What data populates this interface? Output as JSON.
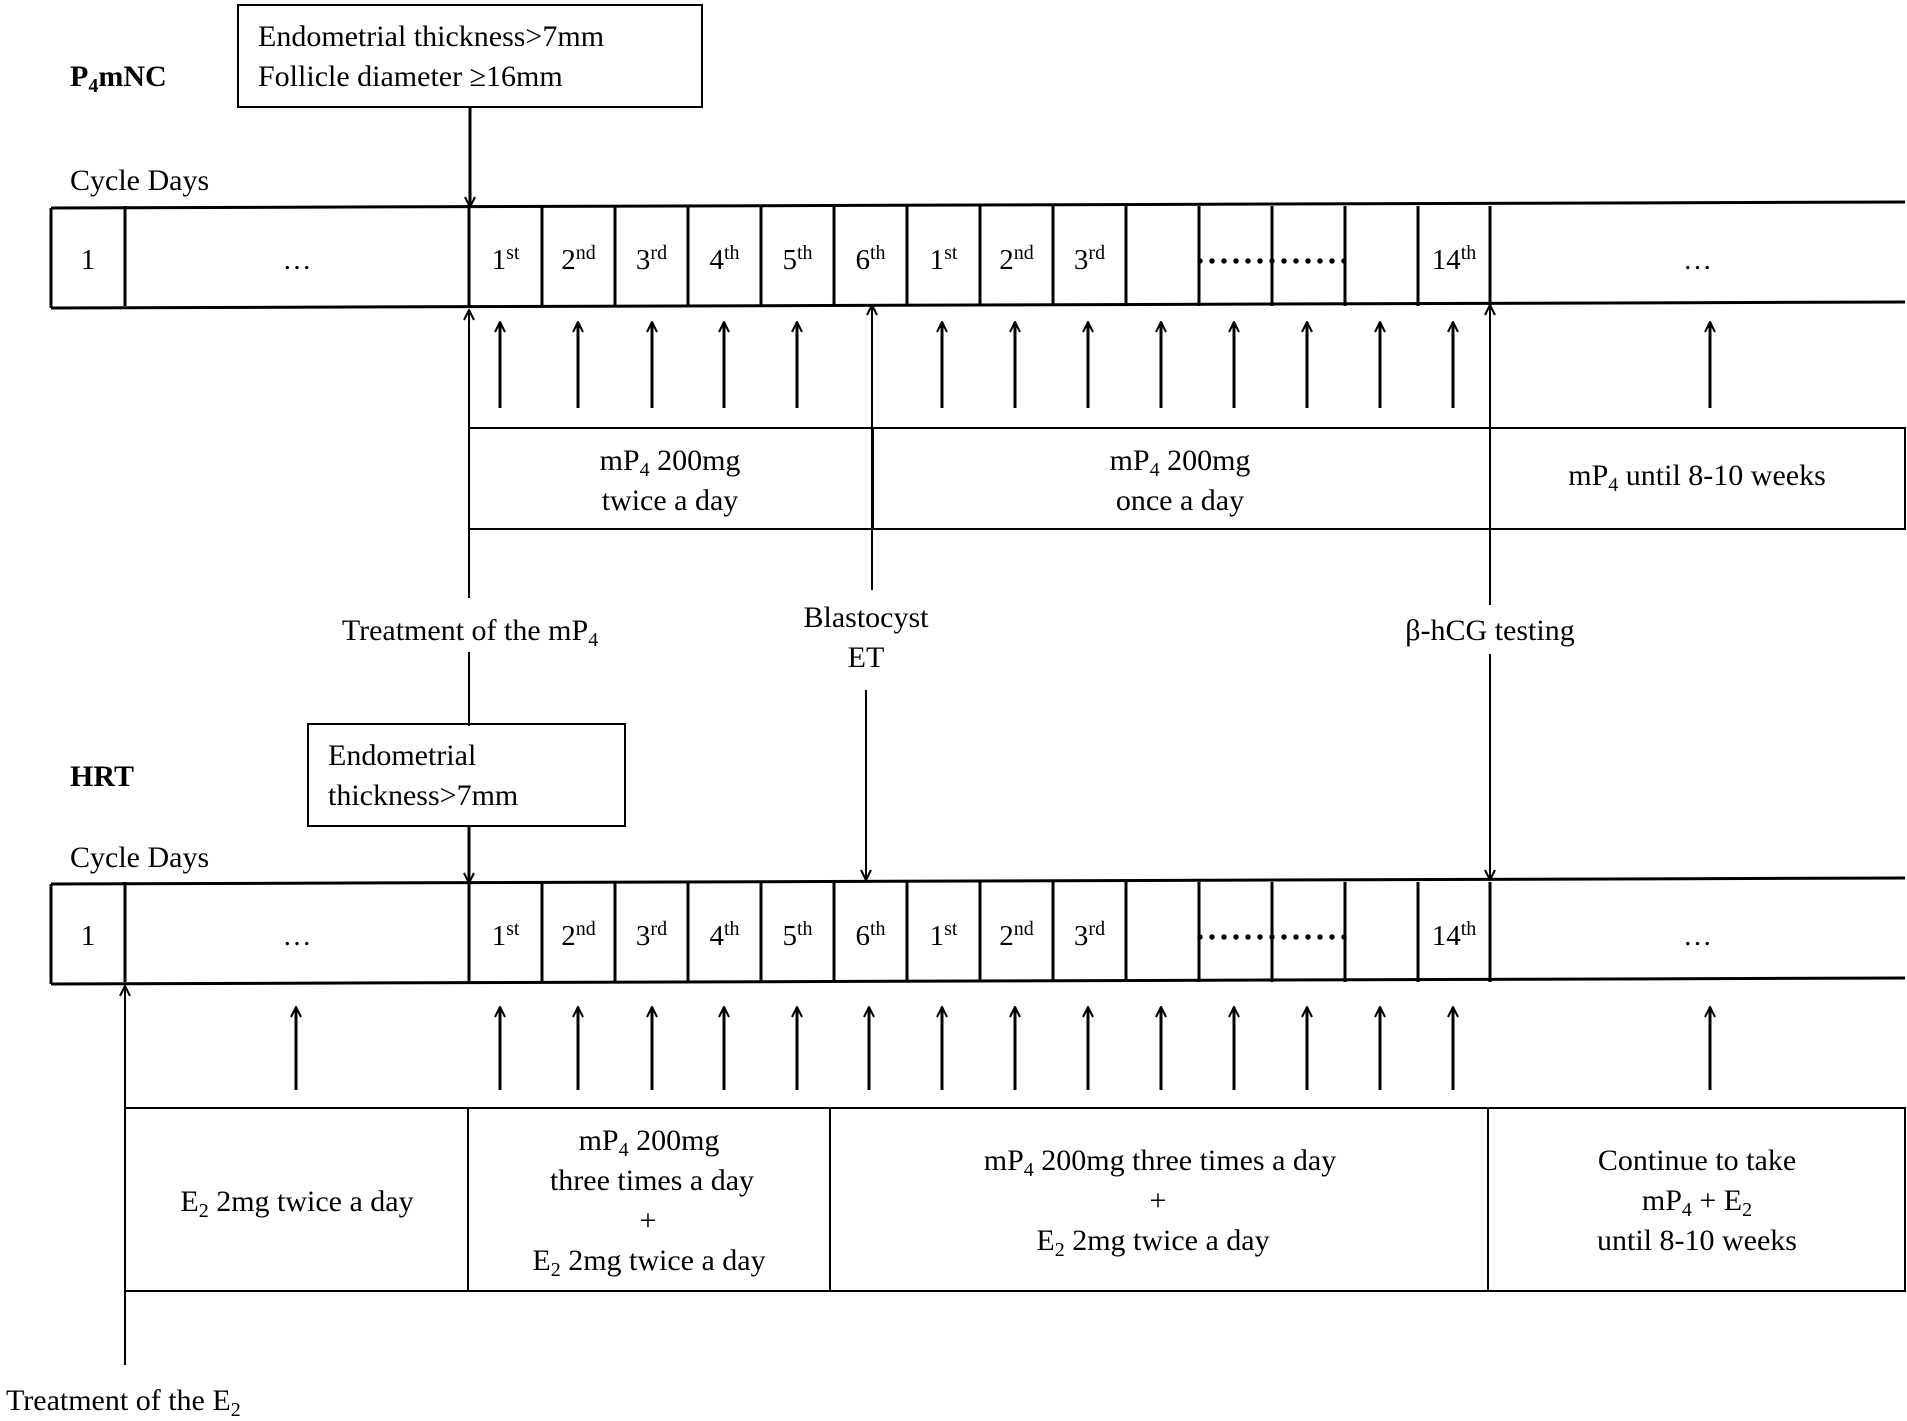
{
  "colors": {
    "ink": "#000000",
    "background": "#ffffff"
  },
  "top": {
    "protocol_label": {
      "main": "P",
      "sub": "4",
      "rest": "mNC"
    },
    "criteria_box": {
      "line1": "Endometrial thickness>7mm",
      "line2": "Follicle diameter ≥16mm"
    },
    "cycle_days_label": "Cycle Days",
    "day_cells": [
      "1",
      "…",
      "1",
      "2",
      "3",
      "4",
      "5",
      "6",
      "1",
      "2",
      "3",
      "",
      "",
      "",
      "",
      "14",
      "…"
    ],
    "day_sups": [
      "",
      "",
      "st",
      "nd",
      "rd",
      "th",
      "th",
      "th",
      "st",
      "nd",
      "rd",
      "",
      "",
      "",
      "",
      "th",
      ""
    ],
    "dots": "• • • • • • • • • • • • •",
    "medication": [
      {
        "prefix": "mP",
        "sub": "4",
        "rest": " 200mg",
        "line2": "twice a day"
      },
      {
        "prefix": "mP",
        "sub": "4",
        "rest": " 200mg",
        "line2": "once a day"
      },
      {
        "prefix": "mP",
        "sub": "4",
        "rest": " until 8-10 weeks",
        "line2": ""
      }
    ]
  },
  "middle": {
    "treatment_mp4": {
      "text": "Treatment of the mP",
      "sub": "4"
    },
    "blastocyst": {
      "line1": "Blastocyst",
      "line2": "ET"
    },
    "hcg": "β-hCG testing"
  },
  "bottom": {
    "protocol_label": "HRT",
    "criteria_box": {
      "line1": "Endometrial",
      "line2": "thickness>7mm"
    },
    "cycle_days_label": "Cycle Days",
    "day_cells": [
      "1",
      "…",
      "1",
      "2",
      "3",
      "4",
      "5",
      "6",
      "1",
      "2",
      "3",
      "",
      "",
      "",
      "",
      "14",
      "…"
    ],
    "day_sups": [
      "",
      "",
      "st",
      "nd",
      "rd",
      "th",
      "th",
      "th",
      "st",
      "nd",
      "rd",
      "",
      "",
      "",
      "",
      "th",
      ""
    ],
    "dots": "• • • • • • • • • • • • •",
    "medication": {
      "e2": {
        "prefix": "E",
        "sub": "2",
        "rest": " 2mg twice a day"
      },
      "mid1": {
        "line1_prefix": "mP",
        "line1_sub": "4",
        "line1_rest": " 200mg",
        "line2": "three times a day",
        "plus": "+",
        "line4_prefix": "E",
        "line4_sub": "2",
        "line4_rest": " 2mg twice a day"
      },
      "mid2": {
        "line1_prefix": "mP",
        "line1_sub": "4",
        "line1_rest": " 200mg three times a day",
        "plus": "+",
        "line3_prefix": "E",
        "line3_sub": "2",
        "line3_rest": " 2mg twice a day"
      },
      "last": {
        "line1": "Continue to take",
        "line2_a": "mP",
        "line2_sub_a": "4",
        "line2_b": " + E",
        "line2_sub_b": "2",
        "line3": "until 8-10 weeks"
      }
    },
    "treatment_e2": {
      "text": "Treatment of the E",
      "sub": "2"
    }
  }
}
